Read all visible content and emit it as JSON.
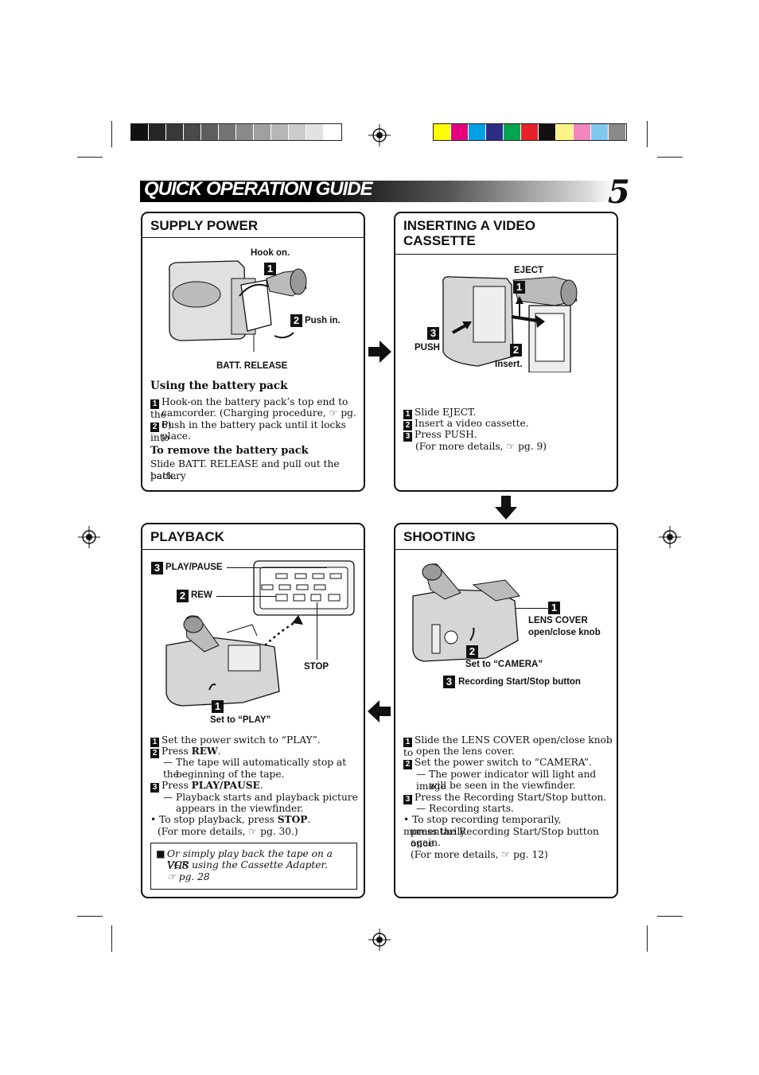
{
  "colors": {
    "grayscale": [
      "#111111",
      "#262626",
      "#383838",
      "#4a4a4a",
      "#5e5e5e",
      "#747474",
      "#8a8a8a",
      "#a0a0a0",
      "#b6b6b6",
      "#cccccc",
      "#e2e2e2",
      "#ffffff"
    ],
    "color_bar": [
      "#ffff00",
      "#e6007e",
      "#00a0e6",
      "#2b2d86",
      "#00a550",
      "#e8202a",
      "#111111",
      "#fff387",
      "#f085c0",
      "#80c8f0",
      "#8a8a8a"
    ]
  },
  "header": {
    "title": "QUICK OPERATION GUIDE",
    "page_number": "5"
  },
  "supply_power": {
    "title": "SUPPLY POWER",
    "labels": {
      "hook_on": "Hook on.",
      "push_in": "Push in.",
      "batt_release": "BATT. RELEASE"
    },
    "subtitle1": "Using the battery pack",
    "step1a": "Hook-on the battery pack’s top end to the",
    "step1b": "camcorder. (Charging procedure, ☞ pg. 6)",
    "step2a": "Push in the battery pack until it locks into",
    "step2b": "place.",
    "subtitle2": "To remove the battery pack",
    "remove1": "Slide BATT. RELEASE and pull out the battery",
    "remove2": "pack."
  },
  "inserting": {
    "title1": "INSERTING A VIDEO",
    "title2": "CASSETTE",
    "labels": {
      "eject": "EJECT",
      "push": "PUSH",
      "insert": "Insert."
    },
    "step1": "Slide EJECT.",
    "step2": "Insert a video cassette.",
    "step3": "Press PUSH.",
    "details": "(For more details, ☞ pg. 9)"
  },
  "playback": {
    "title": "PLAYBACK",
    "labels": {
      "play_pause": "PLAY/PAUSE",
      "rew": "REW",
      "stop": "STOP",
      "set_play": "Set to “PLAY”"
    },
    "s1": "Set the power switch to “PLAY”.",
    "s2_pre": "Press ",
    "s2_b": "REW",
    "s2_post": ".",
    "s2n1": "— The tape will automatically stop at the",
    "s2n2": "beginning of the tape.",
    "s3_pre": "Press ",
    "s3_b": "PLAY/PAUSE",
    "s3_post": ".",
    "s3n1": "— Playback starts and playback picture",
    "s3n2": "appears in the viewfinder.",
    "stop_pre": "• To stop playback, press ",
    "stop_b": "STOP",
    "stop_post": ".",
    "details": "(For more details, ☞ pg. 30.)",
    "note1": "Or simply play back the tape on a VHS",
    "note2": "VCR using the Cassette Adapter.",
    "note3": "☞ pg. 28"
  },
  "shooting": {
    "title": "SHOOTING",
    "labels": {
      "lens_cover1": "LENS COVER",
      "lens_cover2": "open/close knob",
      "set_camera": "Set to “CAMERA”",
      "rec": "Recording Start/Stop button"
    },
    "s1a": "Slide the LENS COVER open/close knob to",
    "s1b": "open the lens cover.",
    "s2": "Set the power switch to “CAMERA”.",
    "s2n1": "— The power indicator will light and image",
    "s2n2": "will be seen in the viewfinder.",
    "s3": "Press the Recording Start/Stop button.",
    "s3n": "— Recording starts.",
    "t1": "• To stop recording temporarily, momentarily",
    "t2": "press the Recording Start/Stop button once",
    "t3": "again.",
    "details": "(For more details, ☞ pg. 12)"
  }
}
